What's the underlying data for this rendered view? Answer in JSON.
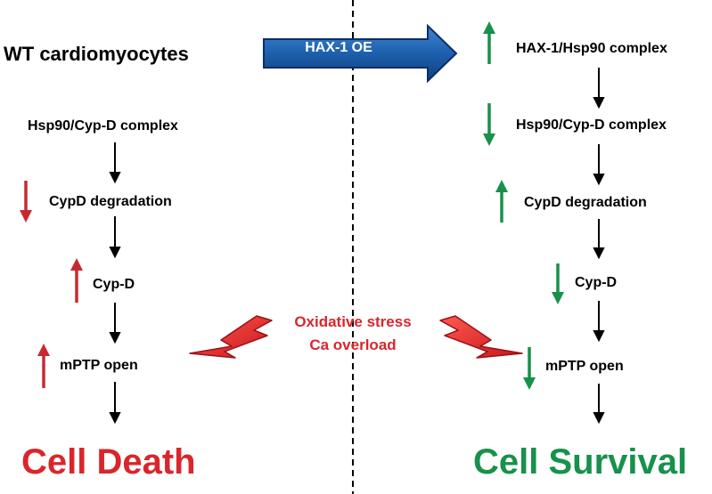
{
  "left": {
    "header": "WT cardiomyocytes",
    "nodes": [
      "Hsp90/Cyp-D complex",
      "CypD degradation",
      "Cyp-D",
      "mPTP open"
    ],
    "outcome": "Cell Death"
  },
  "treatment": "HAX-1 OE",
  "stress": [
    "Oxidative stress",
    "Ca overload"
  ],
  "right": {
    "nodes": [
      "HAX-1/Hsp90 complex",
      "Hsp90/Cyp-D complex",
      "CypD degradation",
      "Cyp-D",
      "mPTP open"
    ],
    "outcome": "Cell Survival"
  },
  "colors": {
    "death": "#d9262c",
    "survival": "#17914b",
    "treatment_arrow": "#1b5aa6",
    "bolt": "#e6262a",
    "flow_arrow": "#000000"
  }
}
